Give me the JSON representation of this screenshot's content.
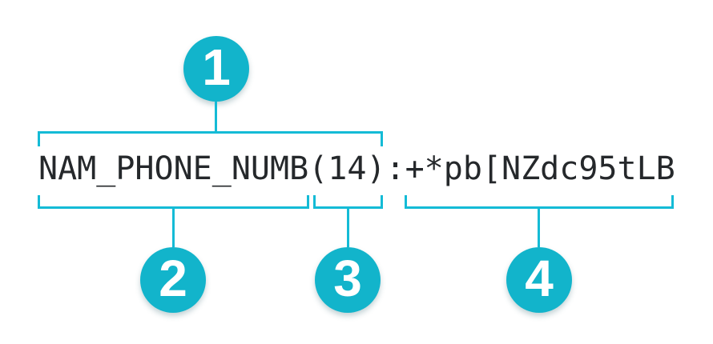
{
  "colors": {
    "accent": "#12b4cb",
    "line": "#14bbd6",
    "text": "#25282b",
    "background": "#ffffff"
  },
  "format_string": {
    "full": "NAM_PHONE_NUMB(14):+*pb[NZdc95tLB",
    "segments": {
      "name": "NAM_PHONE_NUMB",
      "length": "(14)",
      "separator": ":",
      "value": "+*pb[NZdc95tLB"
    }
  },
  "callouts": [
    {
      "number": "1",
      "refers_to": "NAM_PHONE_NUMB(14)"
    },
    {
      "number": "2",
      "refers_to": "NAM_PHONE_NUMB"
    },
    {
      "number": "3",
      "refers_to": "(14)"
    },
    {
      "number": "4",
      "refers_to": "+*pb[NZdc95tLB"
    }
  ]
}
